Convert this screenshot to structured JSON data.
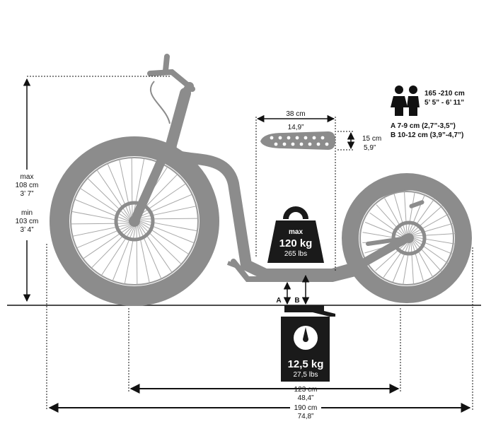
{
  "colors": {
    "bike_gray": "#8c8c8c",
    "bike_dark": "#777777",
    "line": "#111111",
    "weight_fill": "#1a1a1a",
    "deck_holes": "#ffffff"
  },
  "icons": [
    "two-people-icon",
    "kettlebell-weight-icon",
    "scale-icon"
  ],
  "height_dim": {
    "max_label": "max",
    "max_cm": "108 cm",
    "max_in": "3’ 7”",
    "min_label": "min",
    "min_cm": "103 cm",
    "min_in": "3’ 4”"
  },
  "deck_width": {
    "cm": "38 cm",
    "in": "14,9”"
  },
  "deck_depth": {
    "cm": "15 cm",
    "in": "5,9”"
  },
  "rider": {
    "height": "165 -210 cm",
    "height_in": "5’ 5” - 6’ 11”",
    "clearance_a": "A 7-9 cm (2,7”-3,5”)",
    "clearance_b": "B 10-12 cm (3,9”-4,7”)"
  },
  "max_load": {
    "label": "max",
    "kg": "120 kg",
    "lbs": "265 lbs"
  },
  "clearance_marks": {
    "a": "A",
    "b": "B"
  },
  "weight": {
    "kg": "12,5 kg",
    "lbs": "27,5 lbs"
  },
  "wheelbase": {
    "cm": "123 cm",
    "in": "48,4”"
  },
  "total_length": {
    "cm": "190 cm",
    "in": "74,8”"
  }
}
